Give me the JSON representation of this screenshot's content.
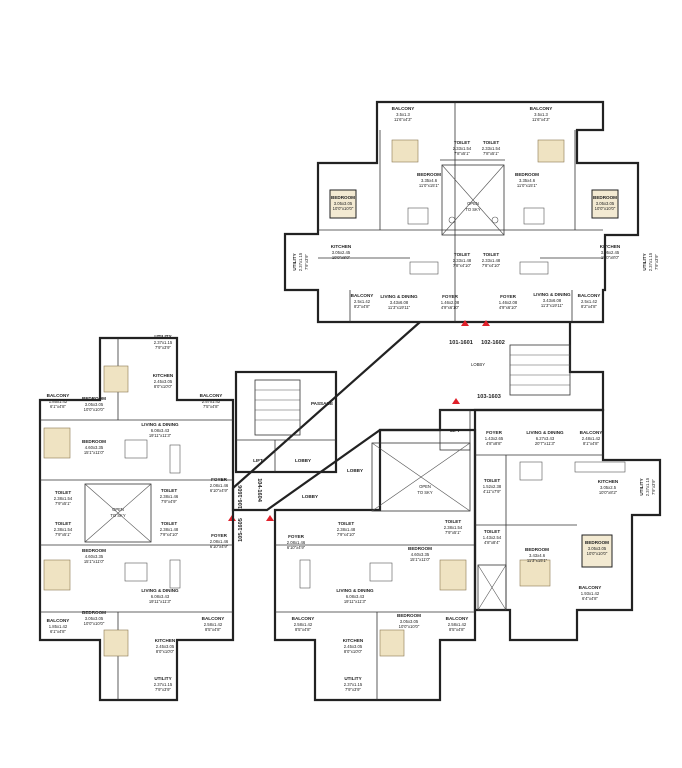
{
  "colors": {
    "bed_fill": "#efe3c2",
    "bed_accent": "#c9b27a",
    "wall": "#222222",
    "paper": "#ffffff",
    "marker": "#e0202a",
    "highlight_room": "#f3ead2"
  },
  "flats": {
    "f1601": {
      "name": "101-1601"
    },
    "f1602": {
      "name": "102-1602"
    },
    "f1603": {
      "name": "103-1603"
    },
    "f1604": {
      "name": "104-1604"
    },
    "f1605": {
      "name": "105-1605"
    },
    "f1606": {
      "name": "106-1606"
    }
  },
  "common": {
    "lobby": "LOBBY",
    "lift": "LIFT",
    "passage": "PASSAGE",
    "open_to_sky": "OPEN",
    "open_to_sky_2": "TO SKY"
  },
  "rooms": {
    "top_balcony_l": {
      "label": "BALCONY",
      "dim": "3.5x1.3",
      "imp": "11'6\"x4'3\""
    },
    "top_balcony_r": {
      "label": "BALCONY",
      "dim": "3.5x1.3",
      "imp": "11'6\"x4'3\""
    },
    "top_toilet_l": {
      "label": "TOILET",
      "dim": "2.33x1.54",
      "imp": "7'8\"x5'1\""
    },
    "top_toilet_r": {
      "label": "TOILET",
      "dim": "2.33x1.54",
      "imp": "7'8\"x5'1\""
    },
    "top_bed_l": {
      "label": "BEDROOM",
      "dim": "3.35x4.6",
      "imp": "11'0\"x15'1\""
    },
    "top_bed_r": {
      "label": "BEDROOM",
      "dim": "3.35x4.6",
      "imp": "11'0\"x15'1\""
    },
    "top_bed2_l": {
      "label": "BEDROOM",
      "dim": "3.05x3.05",
      "imp": "10'0\"x10'0\""
    },
    "top_bed2_r": {
      "label": "BEDROOM",
      "dim": "3.05x3.05",
      "imp": "10'0\"x10'0\""
    },
    "top_kitchen_l": {
      "label": "KITCHEN",
      "dim": "3.05x2.45",
      "imp": "10'0\"x8'0\""
    },
    "top_kitchen_r": {
      "label": "KITCHEN",
      "dim": "3.05x2.45",
      "imp": "10'0\"x8'0\""
    },
    "top_utility_l": {
      "label": "UTILITY",
      "dim": "2.37x1.15",
      "imp": "7'9\"x3'9\""
    },
    "top_utility_r": {
      "label": "UTILITY",
      "dim": "2.37x1.15",
      "imp": "7'9\"x3'9\""
    },
    "top_toilet2_l": {
      "label": "TOILET",
      "dim": "2.33x1.48",
      "imp": "7'8\"x4'10\""
    },
    "top_toilet2_r": {
      "label": "TOILET",
      "dim": "2.33x1.48",
      "imp": "7'8\"x4'10\""
    },
    "top_living_l": {
      "label": "LIVING & DINING",
      "dim": "3.43x6.08",
      "imp": "11'3\"x19'11\""
    },
    "top_living_r": {
      "label": "LIVING & DINING",
      "dim": "3.43x6.08",
      "imp": "11'3\"x19'11\""
    },
    "top_foyer_l": {
      "label": "FOYER",
      "dim": "1.46x2.08",
      "imp": "4'9\"x6'10\""
    },
    "top_foyer_r": {
      "label": "FOYER",
      "dim": "1.46x2.08",
      "imp": "4'9\"x6'10\""
    },
    "top_balc2_l": {
      "label": "BALCONY",
      "dim": "2.5x1.42",
      "imp": "8'2\"x4'8\""
    },
    "top_balc2_r": {
      "label": "BALCONY",
      "dim": "2.5x1.42",
      "imp": "8'2\"x4'8\""
    },
    "left_utility_t": {
      "label": "UTILITY",
      "dim": "2.37x1.15",
      "imp": "7'9\"x3'9\""
    },
    "left_kitchen_t": {
      "label": "KITCHEN",
      "dim": "2.45x3.05",
      "imp": "8'0\"x10'0\""
    },
    "left_balcony_t": {
      "label": "BALCONY",
      "dim": "1.85x1.42",
      "imp": "6'1\"x4'8\""
    },
    "left_bed_t": {
      "label": "BEDROOM",
      "dim": "3.05x3.05",
      "imp": "10'0\"x10'0\""
    },
    "left_balcony_t2": {
      "label": "BALCONY",
      "dim": "2.57x1.42",
      "imp": "7'5\"x4'8\""
    },
    "left_living_t": {
      "label": "LIVING & DINING",
      "dim": "6.08x3.43",
      "imp": "19'11\"x11'3\""
    },
    "left_mbed_t": {
      "label": "BEDROOM",
      "dim": "4.60x3.35",
      "imp": "15'1\"x11'0\""
    },
    "left_toilet_a": {
      "label": "TOILET",
      "dim": "2.38x1.54",
      "imp": "7'9\"x5'1\""
    },
    "left_toilet_b": {
      "label": "TOILET",
      "dim": "2.38x1.46",
      "imp": "7'9\"x4'9\""
    },
    "left_toilet_c": {
      "label": "TOILET",
      "dim": "2.38x1.48",
      "imp": "7'9\"x4'10\""
    },
    "left_toilet_d": {
      "label": "TOILET",
      "dim": "2.38x1.54",
      "imp": "7'9\"x5'1\""
    },
    "left_foyer_t": {
      "label": "FOYER",
      "dim": "2.08x1.46",
      "imp": "6'10\"x4'9\""
    },
    "left_foyer_b": {
      "label": "FOYER",
      "dim": "2.08x1.46",
      "imp": "6'10\"x4'9\""
    },
    "left_mbed_b": {
      "label": "BEDROOM",
      "dim": "4.60x3.35",
      "imp": "15'1\"x11'0\""
    },
    "left_living_b": {
      "label": "LIVING & DINING",
      "dim": "6.08x3.43",
      "imp": "19'11\"x11'3\""
    },
    "left_balcony_b": {
      "label": "BALCONY",
      "dim": "1.85x1.42",
      "imp": "6'1\"x4'8\""
    },
    "left_bed_b": {
      "label": "BEDROOM",
      "dim": "3.05x3.05",
      "imp": "10'0\"x10'0\""
    },
    "left_kitchen_b": {
      "label": "KITCHEN",
      "dim": "2.45x3.05",
      "imp": "8'0\"x10'0\""
    },
    "left_balcony_b2": {
      "label": "BALCONY",
      "dim": "2.58x1.42",
      "imp": "8'5\"x4'8\""
    },
    "left_utility_b": {
      "label": "UTILITY",
      "dim": "2.37x1.15",
      "imp": "7'9\"x3'9\""
    },
    "mid_foyer": {
      "label": "FOYER",
      "dim": "2.08x1.46",
      "imp": "6'10\"x4'9\""
    },
    "mid_toilet_a": {
      "label": "TOILET",
      "dim": "2.38x1.48",
      "imp": "7'9\"x4'10\""
    },
    "mid_toilet_b": {
      "label": "TOILET",
      "dim": "2.38x1.54",
      "imp": "7'9\"x5'1\""
    },
    "mid_living": {
      "label": "LIVING & DINING",
      "dim": "6.08x3.43",
      "imp": "19'11\"x11'3\""
    },
    "mid_mbed": {
      "label": "BEDROOM",
      "dim": "4.60x3.35",
      "imp": "15'1\"x11'0\""
    },
    "mid_balcony_l": {
      "label": "BALCONY",
      "dim": "2.58x1.42",
      "imp": "8'5\"x4'8\""
    },
    "mid_kitchen": {
      "label": "KITCHEN",
      "dim": "2.45x3.05",
      "imp": "8'0\"x10'0\""
    },
    "mid_bed": {
      "label": "BEDROOM",
      "dim": "3.05x3.05",
      "imp": "10'0\"x10'0\""
    },
    "mid_balcony_r": {
      "label": "BALCONY",
      "dim": "2.58x1.42",
      "imp": "8'5\"x4'8\""
    },
    "mid_utility": {
      "label": "UTILITY",
      "dim": "2.37x1.15",
      "imp": "7'9\"x3'9\""
    },
    "right_foyer": {
      "label": "FOYER",
      "dim": "1.43x2.65",
      "imp": "4'8\"x8'8\""
    },
    "right_living": {
      "label": "LIVING & DINING",
      "dim": "6.27x3.43",
      "imp": "20'7\"x11'3\""
    },
    "right_balcony_t": {
      "label": "BALCONY",
      "dim": "2.48x1.42",
      "imp": "8'1\"x4'8\""
    },
    "right_toilet_a": {
      "label": "TOILET",
      "dim": "1.52x2.38",
      "imp": "4'11\"x7'9\""
    },
    "right_kitchen": {
      "label": "KITCHEN",
      "dim": "3.05x2.5",
      "imp": "10'0\"x8'2\""
    },
    "right_utility": {
      "label": "UTILITY",
      "dim": "2.37x1.15",
      "imp": "7'9\"x3'9\""
    },
    "right_toilet_b": {
      "label": "TOILET",
      "dim": "1.43x2.54",
      "imp": "4'8\"x8'4\""
    },
    "right_mbed": {
      "label": "BEDROOM",
      "dim": "3.43x4.6",
      "imp": "11'3\"x15'1\""
    },
    "right_bed": {
      "label": "BEDROOM",
      "dim": "3.05x3.05",
      "imp": "10'0\"x10'0\""
    },
    "right_balcony_b": {
      "label": "BALCONY",
      "dim": "1.93x1.42",
      "imp": "6'4\"x4'8\""
    }
  }
}
